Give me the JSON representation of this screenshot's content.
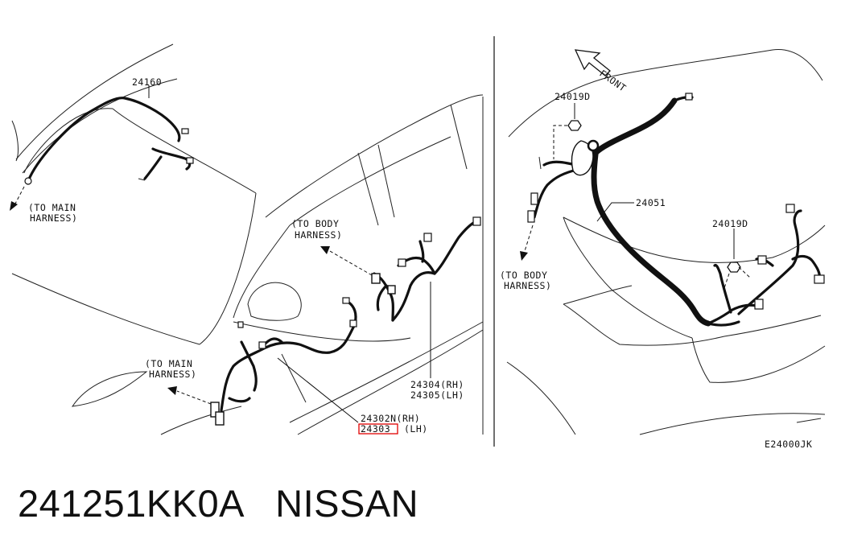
{
  "caption": {
    "part_number": "241251KK0A",
    "brand": "NISSAN"
  },
  "diagram_code": "E24000JK",
  "labels": {
    "p24160": "24160",
    "to_main_harness_1_a": "(TO MAIN",
    "to_main_harness_1_b": "HARNESS)",
    "to_body_harness_1_a": "(TO BODY",
    "to_body_harness_1_b": "HARNESS)",
    "to_main_harness_2_a": "(TO MAIN",
    "to_main_harness_2_b": "HARNESS)",
    "p24304": "24304(RH)",
    "p24305": "24305(LH)",
    "p24302n": "24302N(RH)",
    "p24303": "24303",
    "p24303_side": "(LH)",
    "front": "FRONT",
    "p24019d_1": "24019D",
    "p24019d_2": "24019D",
    "p24051": "24051",
    "to_body_harness_2_a": "(TO BODY",
    "to_body_harness_2_b": "HARNESS)"
  },
  "colors": {
    "highlight": "#e00000",
    "line": "#111111"
  }
}
